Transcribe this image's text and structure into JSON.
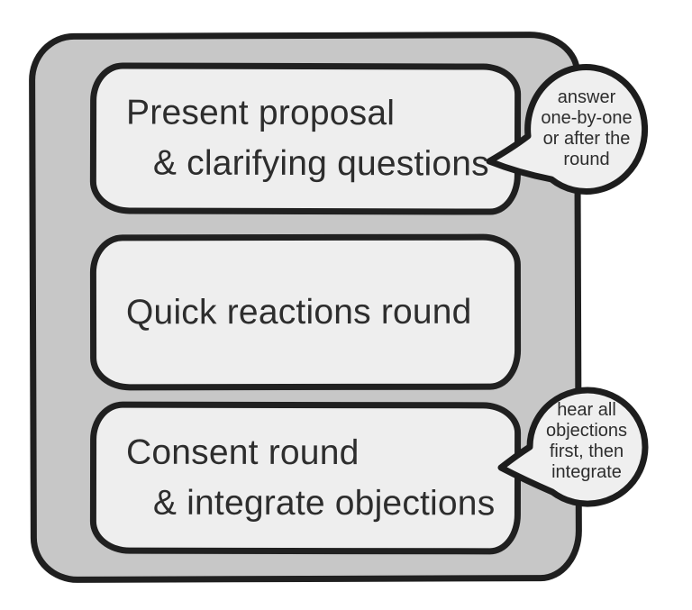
{
  "diagram": {
    "title_hint": "facilitation process: proposal, reactions, consent",
    "colors": {
      "page_background": "#ffffff",
      "container_fill": "#c7c7c7",
      "box_fill": "#eeeeee",
      "bubble_fill": "#efefef",
      "outline": "#1f1f1f",
      "text": "#2d2d2d"
    },
    "steps": [
      {
        "lines": [
          "Present proposal",
          "& clarifying questions"
        ]
      },
      {
        "lines": [
          "Quick reactions round"
        ]
      },
      {
        "lines": [
          "Consent round",
          "& integrate objections"
        ]
      }
    ],
    "notes": [
      {
        "lines": [
          "answer",
          "one-by-one",
          "or after the",
          "round"
        ]
      },
      {
        "lines": [
          "hear all",
          "objections",
          "first, then",
          "integrate"
        ]
      }
    ]
  }
}
